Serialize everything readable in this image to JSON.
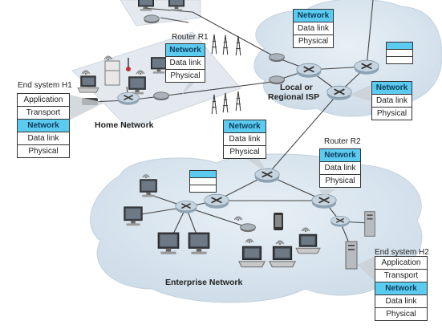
{
  "labels": {
    "router_r1": "Router R1",
    "router_r2": "Router R2",
    "end_system_h1": "End system H1",
    "end_system_h2": "End system H2",
    "home_network": "Home Network",
    "local_isp_line1": "Local or",
    "local_isp_line2": "Regional ISP",
    "enterprise_network": "Enterprise Network"
  },
  "stacks": {
    "h1": [
      "Application",
      "Transport",
      "Network",
      "Data link",
      "Physical"
    ],
    "h2": [
      "Application",
      "Transport",
      "Network",
      "Data link",
      "Physical"
    ],
    "r1": [
      "Network",
      "Data link",
      "Physical"
    ],
    "r2": [
      "Network",
      "Data link",
      "Physical"
    ],
    "isp_top": [
      "Network",
      "Data link",
      "Physical"
    ],
    "isp_right": [
      "Network",
      "Data link",
      "Physical"
    ],
    "enterprise_edge": [
      "Network",
      "Data link",
      "Physical"
    ]
  },
  "colors": {
    "highlight": "#5ccbf0",
    "cloud": "#dde9f2",
    "router": "#b9c9d6"
  }
}
